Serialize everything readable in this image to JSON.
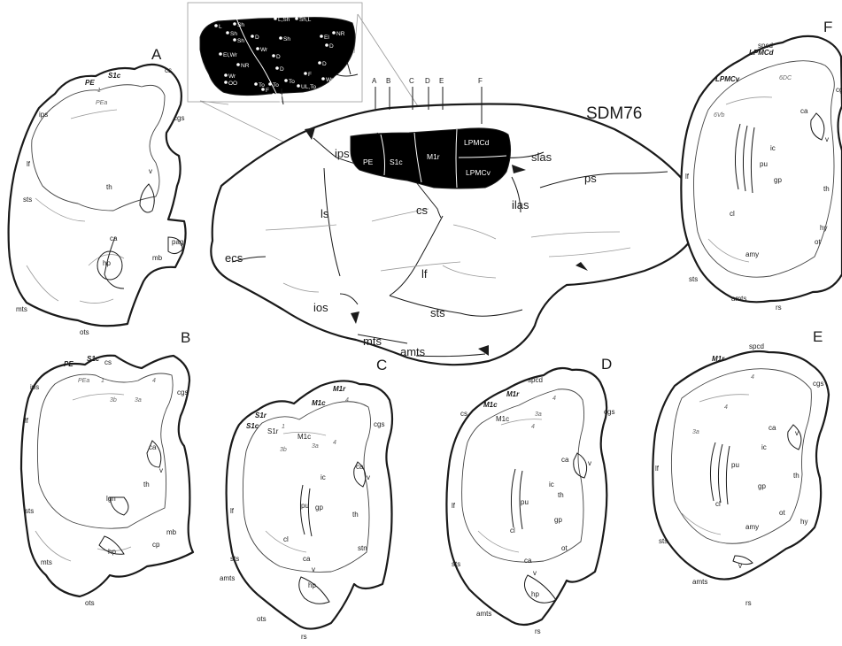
{
  "title": "SDM76",
  "lateral": {
    "cut_letters": [
      "A",
      "B",
      "C",
      "D",
      "E",
      "F"
    ],
    "sulci": [
      "ips",
      "ls",
      "ecs",
      "ios",
      "cs",
      "lf",
      "sts",
      "mts",
      "amts",
      "slas",
      "ilas",
      "ps"
    ],
    "areas": [
      "PE",
      "S1c",
      "M1r",
      "LPMCd",
      "LPMCv"
    ]
  },
  "inset": {
    "labels": [
      "L",
      "Sh",
      "L,Sh",
      "Sh,L",
      "Sh",
      "Sh",
      "D",
      "Sh",
      "El",
      "El,Wr",
      "Wr",
      "D",
      "NR",
      "NR",
      "D",
      "D",
      "D",
      "Wr",
      "Wr,D",
      "OO",
      "To",
      "To",
      "F",
      "F",
      "To",
      "UL,To",
      "To",
      "To,J"
    ]
  },
  "sections": {
    "A": {
      "letter": "A",
      "labels": [
        "cs",
        "ips",
        "cgs",
        "lf",
        "sts",
        "v",
        "th",
        "ca",
        "hp",
        "pag",
        "mb",
        "mts",
        "ots"
      ],
      "areas": [
        "PE",
        "S1c"
      ],
      "layers": [
        "PEa",
        "1"
      ]
    },
    "B": {
      "letter": "B",
      "labels": [
        "cs",
        "ips",
        "cgs",
        "lf",
        "ca",
        "v",
        "th",
        "lgn",
        "sts",
        "mb",
        "cp",
        "hp",
        "mts",
        "ots"
      ],
      "areas": [
        "PE",
        "S1c"
      ],
      "layers": [
        "PEa",
        "1",
        "3b",
        "3a",
        "4"
      ]
    },
    "C": {
      "letter": "C",
      "labels": [
        "cgs",
        "S1r",
        "M1c",
        "lf",
        "ca",
        "v",
        "ic",
        "pu",
        "gp",
        "th",
        "cl",
        "stn",
        "sts",
        "amts",
        "ca",
        "v",
        "hp",
        "ots",
        "rs"
      ],
      "areas": [
        "M1r",
        "M1c",
        "S1r",
        "S1c"
      ],
      "layers": [
        "4",
        "1",
        "3b",
        "3a",
        "4"
      ]
    },
    "D": {
      "letter": "D",
      "labels": [
        "spcd",
        "cgs",
        "cs",
        "M1c",
        "ca",
        "v",
        "ic",
        "pu",
        "th",
        "gp",
        "lf",
        "cl",
        "ot",
        "sts",
        "ca",
        "v",
        "hp",
        "amts",
        "rs"
      ],
      "areas": [
        "M1r",
        "M1c"
      ],
      "layers": [
        "4",
        "3a",
        "4"
      ]
    },
    "E": {
      "letter": "E",
      "labels": [
        "spcd",
        "cgs",
        "ca",
        "v",
        "ic",
        "pu",
        "th",
        "gp",
        "lf",
        "cl",
        "hy",
        "ot",
        "amy",
        "sts",
        "v",
        "amts",
        "rs"
      ],
      "areas": [
        "M1r"
      ],
      "layers": [
        "4",
        "4",
        "3a"
      ]
    },
    "F": {
      "letter": "F",
      "labels": [
        "spcd",
        "cgs",
        "ca",
        "v",
        "ic",
        "pu",
        "th",
        "gp",
        "lf",
        "cl",
        "hy",
        "ot",
        "amy",
        "sts",
        "amts",
        "rs"
      ],
      "areas": [
        "LPMCd",
        "LPMCv"
      ],
      "layers": [
        "6DC",
        "6Vb"
      ]
    }
  }
}
